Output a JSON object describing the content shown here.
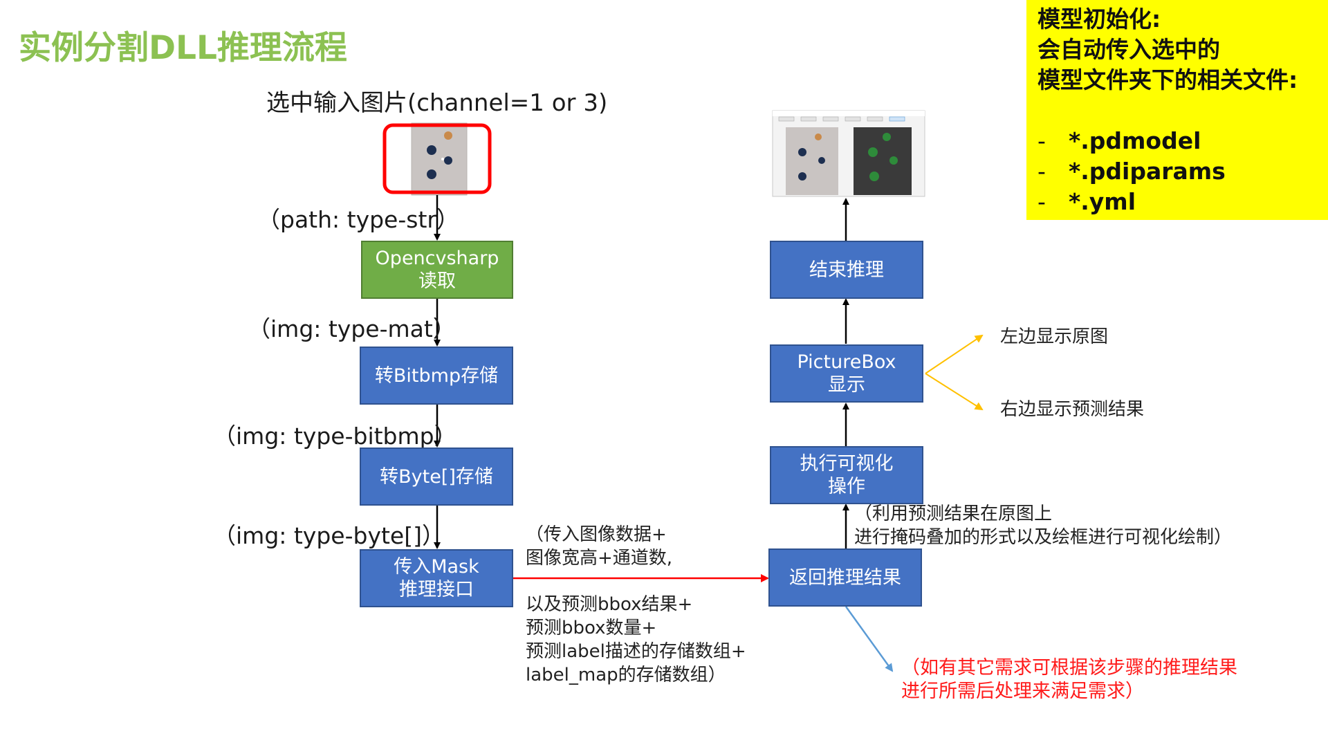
{
  "title": "实例分割DLL推理流程",
  "input_caption": "选中输入图片(channel=1 or 3)",
  "left_flow": {
    "label_path": "（path: type-str）",
    "box_read_line1": "Opencvsharp",
    "box_read_line2": "读取",
    "label_mat": "（img: type-mat）",
    "box_bitmap": "转Bitbmp存储",
    "label_bitmap": "（img: type-bitbmp）",
    "box_byte": "转Byte[]存储",
    "label_byte": "（img: type-byte[]）",
    "box_mask_line1": "传入Mask",
    "box_mask_line2": "推理接口"
  },
  "middle_note": {
    "line1": "（传入图像数据+",
    "line2": "图像宽高+通道数,",
    "line3": "以及预测bbox结果+",
    "line4": "预测bbox数量+",
    "line5": "预测label描述的存储数组+",
    "line6": "label_map的存储数组）"
  },
  "right_flow": {
    "box_return": "返回推理结果",
    "note_visual_line1": "（利用预测结果在原图上",
    "note_visual_line2": "进行掩码叠加的形式以及绘框进行可视化绘制）",
    "box_visual_line1": "执行可视化",
    "box_visual_line2": "操作",
    "box_picbox_line1": "PictureBox",
    "box_picbox_line2": "显示",
    "left_show": "左边显示原图",
    "right_show": "右边显示预测结果",
    "box_end": "结束推理"
  },
  "red_note": {
    "line1": "（如有其它需求可根据该步骤的推理结果",
    "line2": "进行所需后处理来满足需求）"
  },
  "init_box": {
    "line1": "模型初始化:",
    "line2": "会自动传入选中的",
    "line3": "模型文件夹下的相关文件:",
    "items": [
      {
        "dash": "-",
        "name": "*.pdmodel"
      },
      {
        "dash": "-",
        "name": "*.pdiparams"
      },
      {
        "dash": "-",
        "name": "*.yml"
      }
    ]
  },
  "colors": {
    "title": "#8cc152",
    "box_blue": "#4472c4",
    "box_green": "#70ad47",
    "red_arrow": "#ff0000",
    "yellow_arrow": "#ffc000",
    "blue_arrow": "#5b9bd5",
    "highlight": "#ffff00"
  }
}
